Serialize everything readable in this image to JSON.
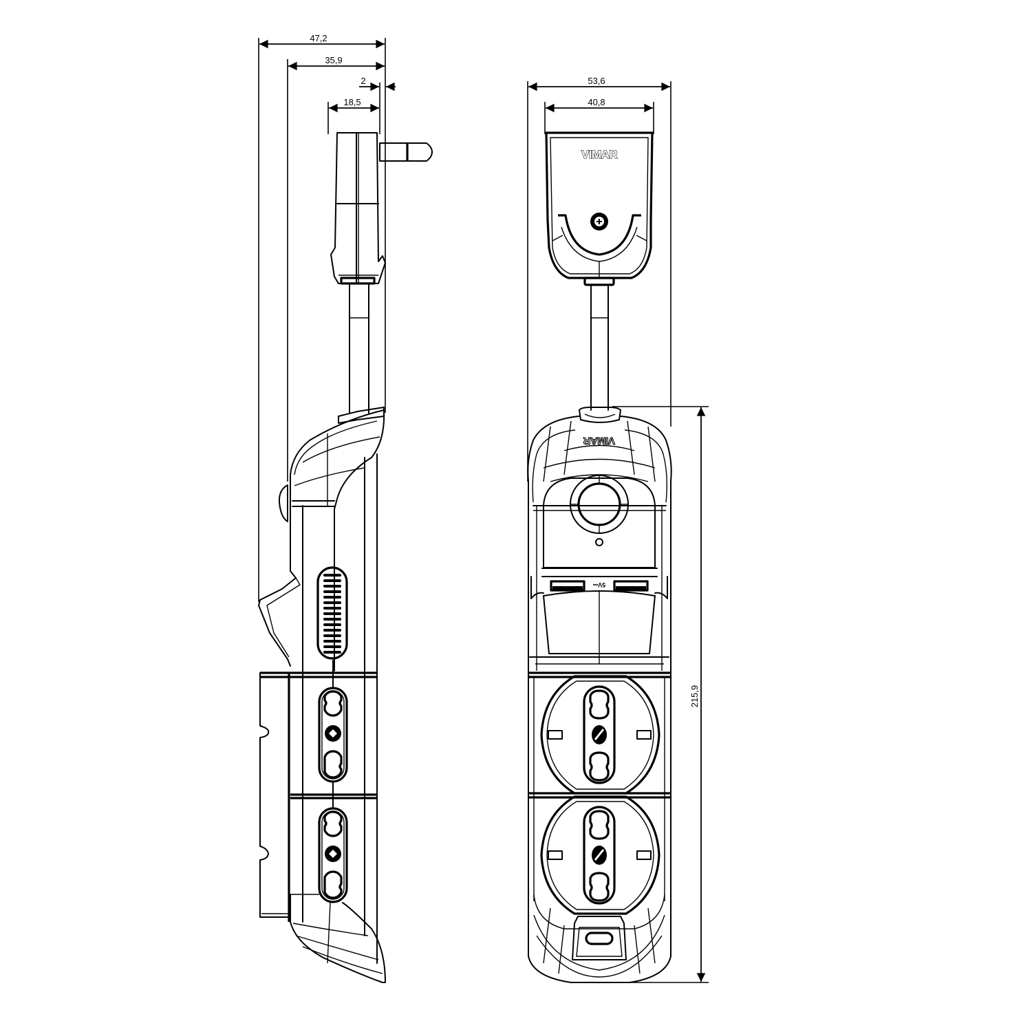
{
  "drawing": {
    "type": "technical-dimension-drawing",
    "subject": "power strip with plug, switch, USB ports and two sockets",
    "brand_logo": "VIMAR",
    "usb_label": "5V⎓",
    "units": "mm"
  },
  "side_view": {
    "dimensions": {
      "overall_depth": "47,2",
      "body_depth": "35,9",
      "pin_offset": "2",
      "plug_depth": "18,5"
    }
  },
  "front_view": {
    "logo_plug": "VIMAR",
    "logo_body": "VIMAR",
    "usb_label": "5V⎓",
    "dimensions": {
      "overall_width": "53,6",
      "plug_width": "40,8",
      "body_height": "215,9"
    }
  }
}
